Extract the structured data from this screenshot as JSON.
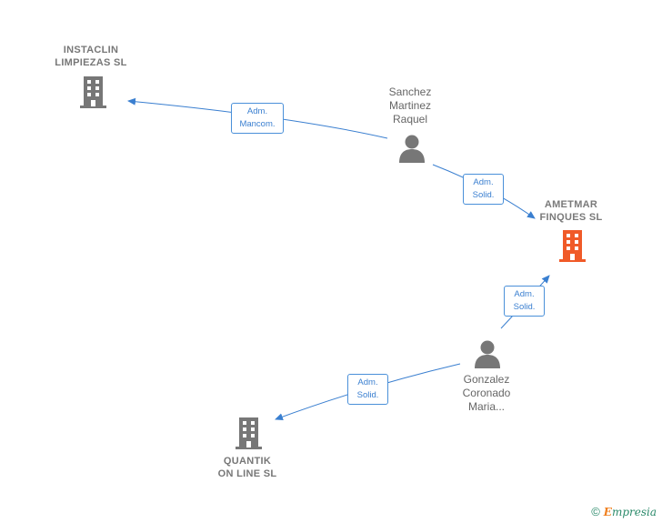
{
  "nodes": {
    "instaclin": {
      "name": "INSTACLIN\nLIMPIEZAS  SL"
    },
    "ametmar": {
      "name": "AMETMAR\nFINQUES  SL"
    },
    "quantik": {
      "name": "QUANTIK\nON LINE SL"
    },
    "sanchez": {
      "name": "Sanchez\nMartinez\nRaquel"
    },
    "gonzalez": {
      "name": "Gonzalez\nCoronado\nMaria..."
    }
  },
  "edges": {
    "sanchez_instaclin": "Adm.\nMancom.",
    "sanchez_ametmar": "Adm.\nSolid.",
    "gonzalez_ametmar": "Adm.\nSolid.",
    "gonzalez_quantik": "Adm.\nSolid."
  },
  "colors": {
    "edge": "#3a7fd0",
    "company_icon": "#777777",
    "main_company_icon": "#f05a28",
    "person_icon": "#777777"
  },
  "icons": {
    "company": "building-icon",
    "person": "person-icon"
  },
  "footer": {
    "copyright_symbol": "©",
    "brand_initial": "E",
    "brand_rest": "mpresia"
  }
}
